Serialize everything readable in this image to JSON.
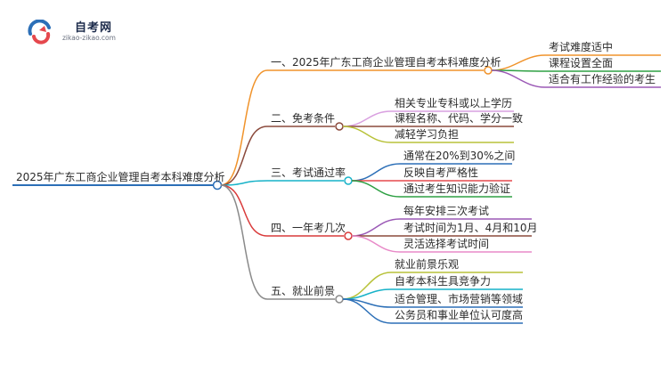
{
  "logo": {
    "title": "自考网",
    "url": "zikao-zikao.com"
  },
  "mindmap": {
    "root": "2025年广东工商企业管理自考本科难度分析",
    "branches": [
      {
        "label": "一、2025年广东工商企业管理自考本科难度分析",
        "color": "#f0932b",
        "children": [
          {
            "label": "考试难度适中",
            "color": "#f0932b"
          },
          {
            "label": "课程设置全面",
            "color": "#2ea043"
          },
          {
            "label": "适合有工作经验的考生",
            "color": "#9b59b6"
          }
        ]
      },
      {
        "label": "二、免考条件",
        "color": "#8b4a3c",
        "children": [
          {
            "label": "相关专业专科或以上学历",
            "color": "#d9a0e0"
          },
          {
            "label": "课程名称、代码、学分一致",
            "color": "#8b4a3c"
          },
          {
            "label": "减轻学习负担",
            "color": "#b8c23a"
          }
        ]
      },
      {
        "label": "三、考试通过率",
        "color": "#17b2c8",
        "children": [
          {
            "label": "通常在20%到30%之间",
            "color": "#2c6fb7"
          },
          {
            "label": "反映自考严格性",
            "color": "#e5484d"
          },
          {
            "label": "通过考生知识能力验证",
            "color": "#2ea043"
          }
        ]
      },
      {
        "label": "四、一年考几次",
        "color": "#d93a3a",
        "children": [
          {
            "label": "每年安排三次考试",
            "color": "#9b59b6"
          },
          {
            "label": "考试时间为1月、4月和10月",
            "color": "#8b4a3c"
          },
          {
            "label": "灵活选择考试时间",
            "color": "#e88ac8"
          }
        ]
      },
      {
        "label": "五、就业前景",
        "color": "#8a8a8a",
        "children": [
          {
            "label": "就业前景乐观",
            "color": "#b8c23a"
          },
          {
            "label": "自考本科生具竞争力",
            "color": "#17b2c8"
          },
          {
            "label": "适合管理、市场营销等领域",
            "color": "#2c6fb7"
          },
          {
            "label": "公务员和事业单位认可度高",
            "color": "#2c6fb7"
          }
        ]
      }
    ],
    "root_color": "#2c6fb7"
  }
}
